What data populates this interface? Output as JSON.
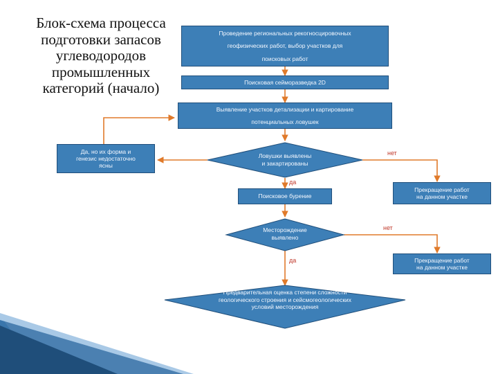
{
  "title": "Блок-схема процесса подготовки запасов углеводородов промышленных категорий (начало)",
  "nodes": {
    "step1_line1": "Проведение региональных рекогносцировочных",
    "step1_line2": "геофизических работ, выбор участков для",
    "step1_line3": "поисковых работ",
    "step2": "Поисковая сейморазведка 2D",
    "step3_line1": "Выявление участков детализации и картирование",
    "step3_line2": "потенциальных ловушек",
    "decision1_line1": "Ловушки выявлены",
    "decision1_line2": "и закартированы",
    "side_note_line1": "Да, но их форма и",
    "side_note_line2": "генезис недостаточно",
    "side_note_line3": "ясны",
    "step4": "Поисковое бурение",
    "decision2_line1": "Месторождение",
    "decision2_line2": "выявлено",
    "stop1_line1": "Прекращение работ",
    "stop1_line2": "на данном участке",
    "stop2_line1": "Прекращение работ",
    "stop2_line2": "на данном участке",
    "final_line1": "Предварительная оценка степени сложности",
    "final_line2": "геологического строения и сейсмогеологических",
    "final_line3": "условий месторождения"
  },
  "edge_labels": {
    "no1": "нет",
    "yes1": "да",
    "no2": "нет",
    "yes2": "да"
  },
  "colors": {
    "box_fill": "#3d7fb7",
    "box_border": "#1f4e7a",
    "arrow": "#e07a2a",
    "ribbon_dark": "#1f4e7a",
    "ribbon_light": "#8fb8dd"
  }
}
